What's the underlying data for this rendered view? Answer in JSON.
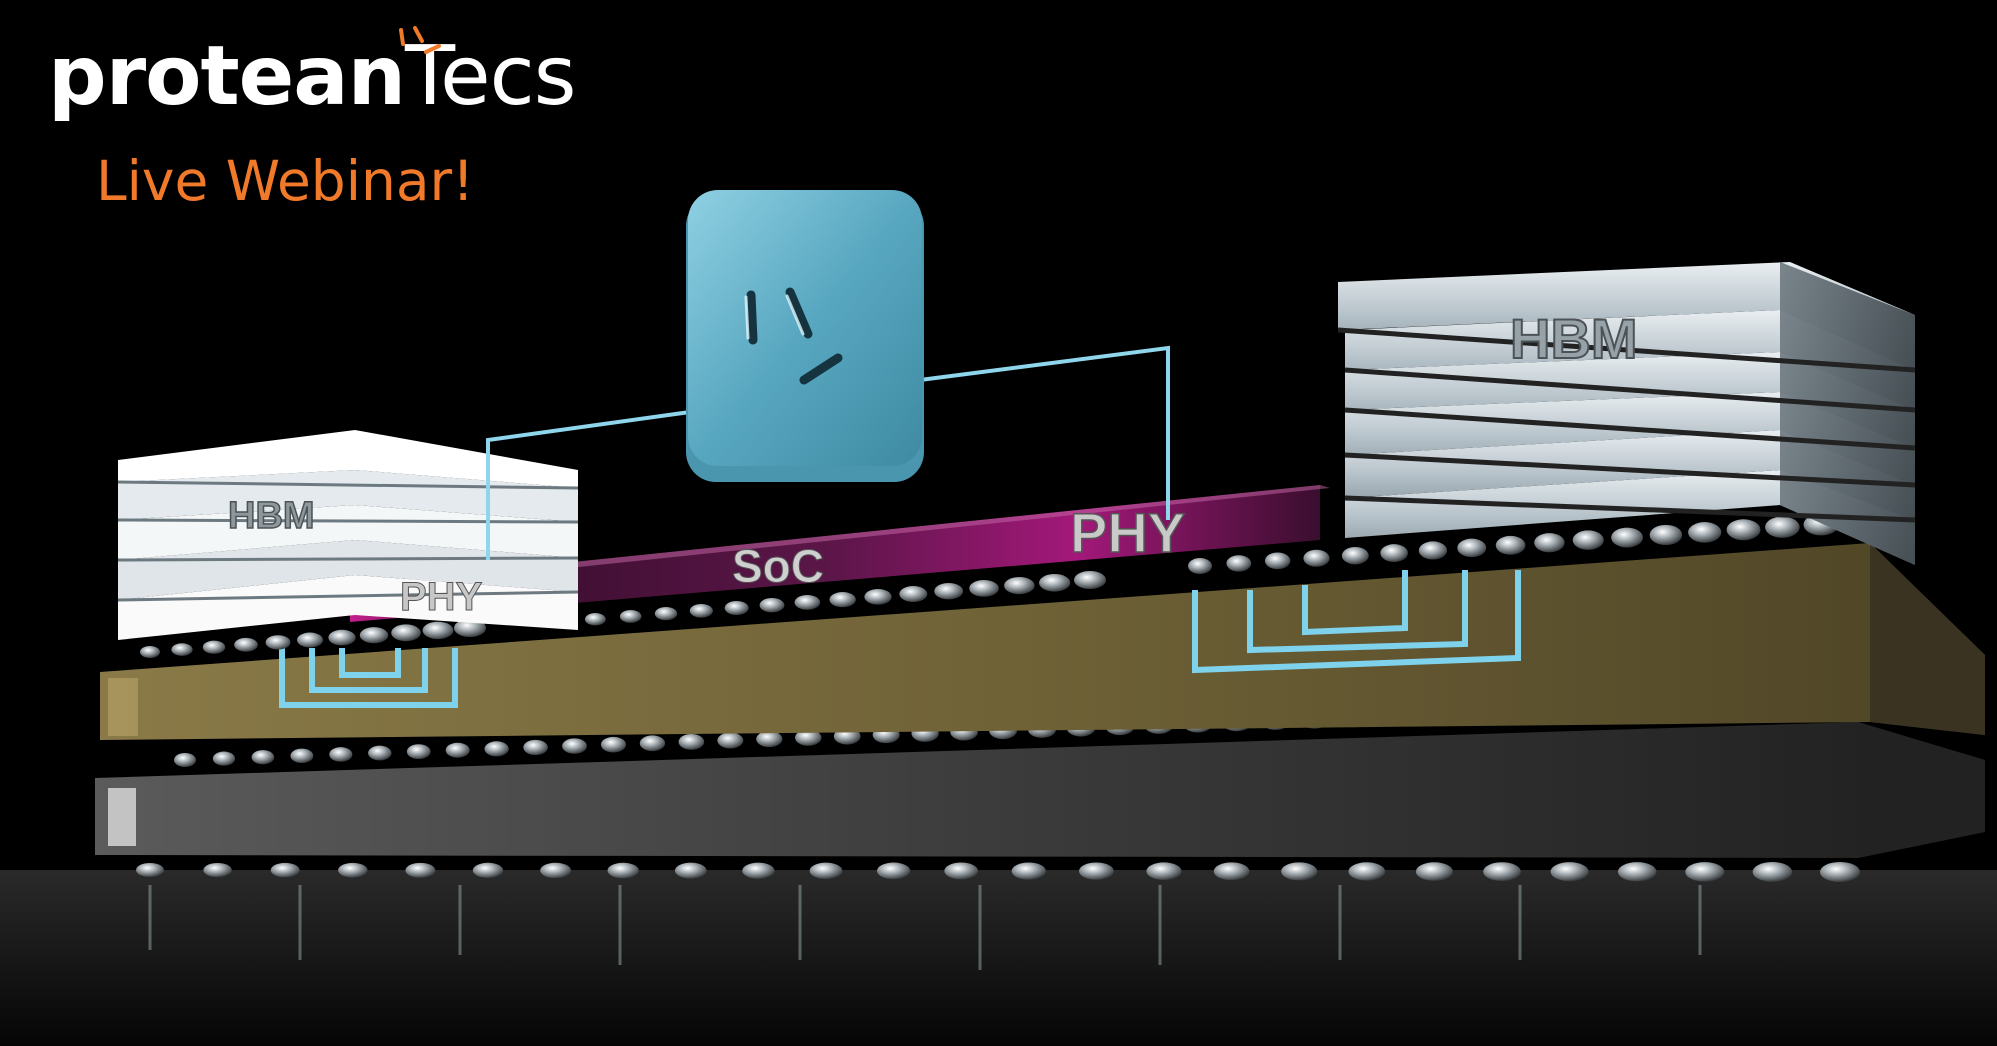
{
  "brand": {
    "name_bold": "protean",
    "name_light": "Tecs"
  },
  "subtitle": "Live Webinar!",
  "labels": {
    "hbm_left": "HBM",
    "hbm_right": "HBM",
    "phy_left": "PHY",
    "phy_right": "PHY",
    "soc": "SoC"
  },
  "colors": {
    "background": "#000000",
    "accent_orange": "#f07a2a",
    "accent_cyan": "#7fd2ec",
    "soc_magenta": "#8b1a6e",
    "interposer_gold": "#7a6a3a",
    "hbm_silver": "#c9d3d9",
    "controller_blue": "#5aa9c2"
  },
  "icons": [
    "protean-rays-icon",
    "controller-chip-icon"
  ]
}
